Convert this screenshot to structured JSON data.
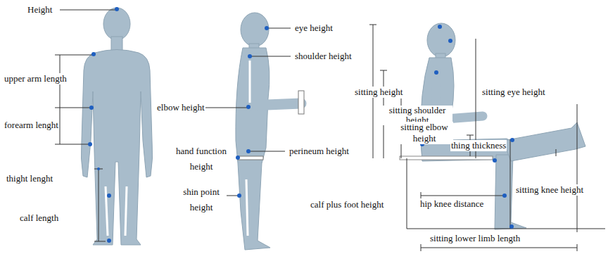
{
  "diagram": {
    "labels": [
      "Height",
      "upper arm length",
      "forearm lenght",
      "thight lenght",
      "calf length",
      "eye height",
      "shoulder height",
      "elbow height",
      "hand function height",
      "perineum height",
      "shin point height",
      "sitting height",
      "sitting shoulder height",
      "sitting eye height",
      "sitting elbow height",
      "thing thickness",
      "calf plus foot height",
      "hip knee distance",
      "sitting knee height",
      "sitting lower limb length"
    ]
  }
}
